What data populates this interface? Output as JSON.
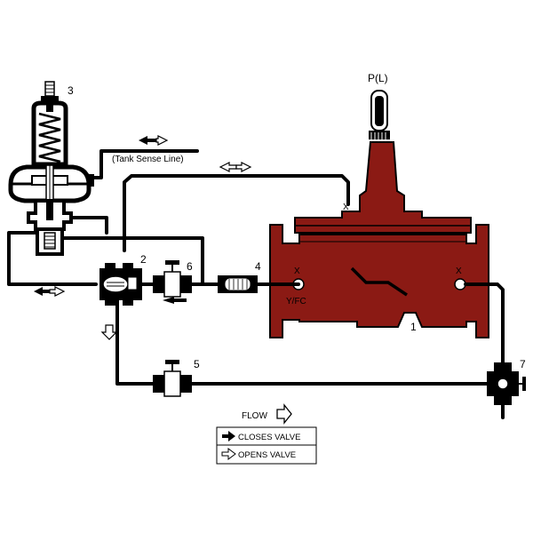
{
  "labels": {
    "pilot_number": "3",
    "pressure_label": "P(L)",
    "tank_sense_line": "(Tank Sense Line)",
    "port_x_top": "X",
    "port_x_inlet": "X",
    "port_x_outlet": "X",
    "port_yfc": "Y/FC",
    "main_valve_number": "1",
    "needle_valve_number": "2",
    "flow_control_number": "6",
    "strainer_number": "4",
    "isolation_valve_number": "5",
    "check_valve_number": "7",
    "flow_label": "FLOW"
  },
  "legend": {
    "closes_valve": "CLOSES VALVE",
    "opens_valve": "OPENS VALVE"
  },
  "colors": {
    "valve_body": "#8B1A14",
    "valve_outline": "#000000",
    "pilot_body": "#ffffff"
  },
  "icons": {
    "closes_valve_arrow": "filled-arrow-icon",
    "opens_valve_arrow": "outline-arrow-icon",
    "flow_arrow": "outline-arrow-icon"
  }
}
